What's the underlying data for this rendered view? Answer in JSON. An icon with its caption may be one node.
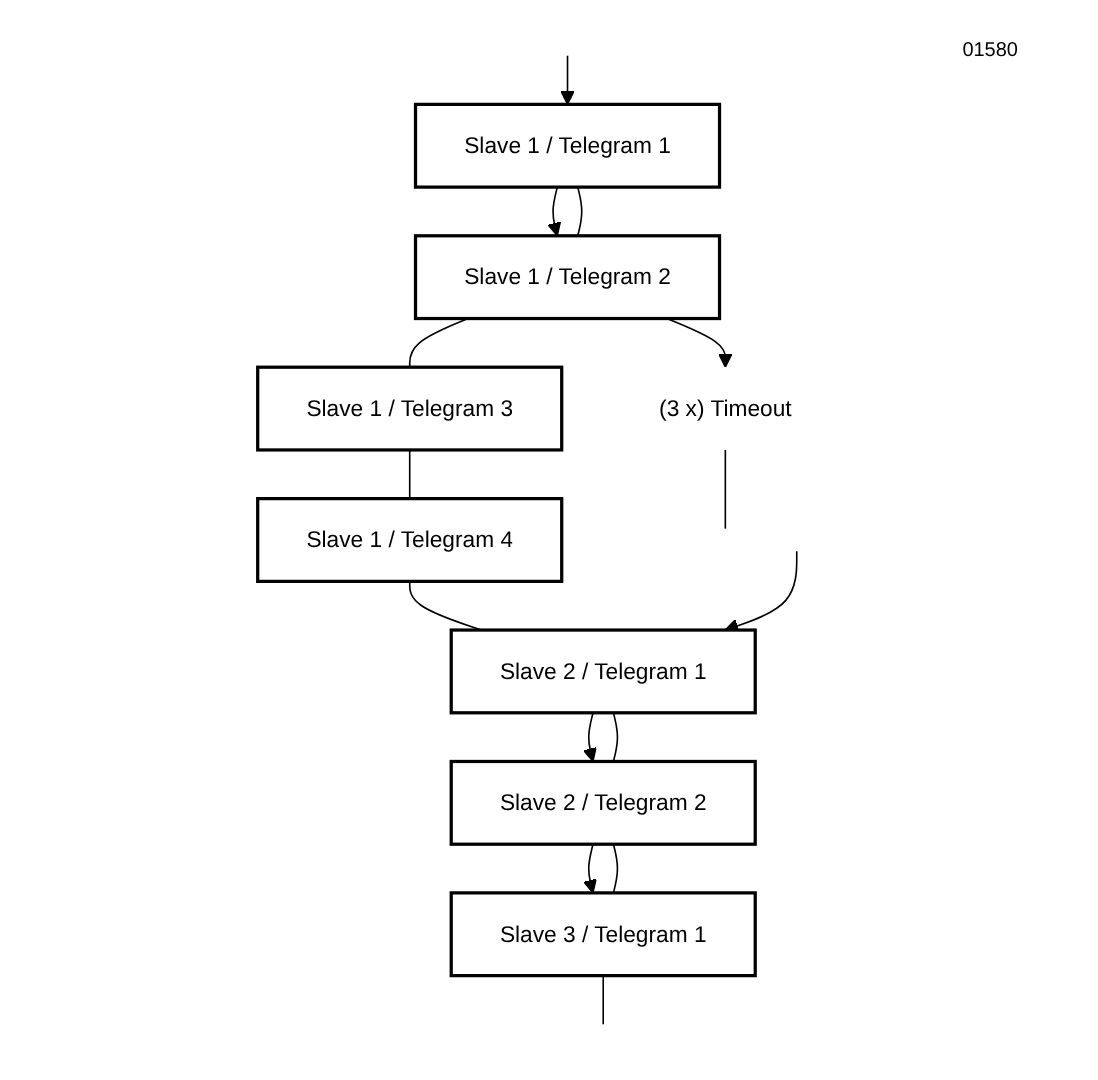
{
  "diagram": {
    "nodes": [
      {
        "text": [
          "Slave 1 / Telegram 1"
        ]
      },
      {
        "text": [
          "Slave 1 / Telegram 2"
        ]
      },
      {
        "text": [
          "Slave 1 / Telegram 3"
        ]
      },
      {
        "text": [
          "Slave 1 / Telegram 4"
        ]
      },
      {
        "text": [
          "Slave 2 / Telegram 1"
        ]
      },
      {
        "text": [
          "Slave 2 / Telegram 2"
        ]
      },
      {
        "text": [
          "Slave 3 / Telegram 1"
        ]
      },
      {
        "text": [
          "(3 x) Timeout"
        ]
      }
    ],
    "edges": [
      {
        "from": null,
        "to": 0,
        "arrow": "to"
      },
      {
        "from": 0,
        "to": 1,
        "arrow": "to"
      },
      {
        "from": 1,
        "to": 7,
        "arrow": "to"
      },
      {
        "from": 7,
        "to": null,
        "arrow": "none"
      },
      {
        "from": 0,
        "to": 1,
        "arrow": "none"
      },
      {
        "from": 1,
        "to": 2,
        "arrow": "none"
      },
      {
        "from": 2,
        "to": 3,
        "arrow": "none"
      },
      {
        "from": 3,
        "to": 4,
        "arrow": "none"
      },
      {
        "from": null,
        "to": 4,
        "arrow": "to"
      },
      {
        "from": 4,
        "to": 5,
        "arrow": "to"
      },
      {
        "from": 5,
        "to": 6,
        "arrow": "to"
      },
      {
        "from": 4,
        "to": 5,
        "arrow": "none"
      },
      {
        "from": 5,
        "to": 6,
        "arrow": "none"
      },
      {
        "from": 6,
        "to": null,
        "arrow": "none"
      }
    ],
    "labels": [
      "01580"
    ]
  }
}
